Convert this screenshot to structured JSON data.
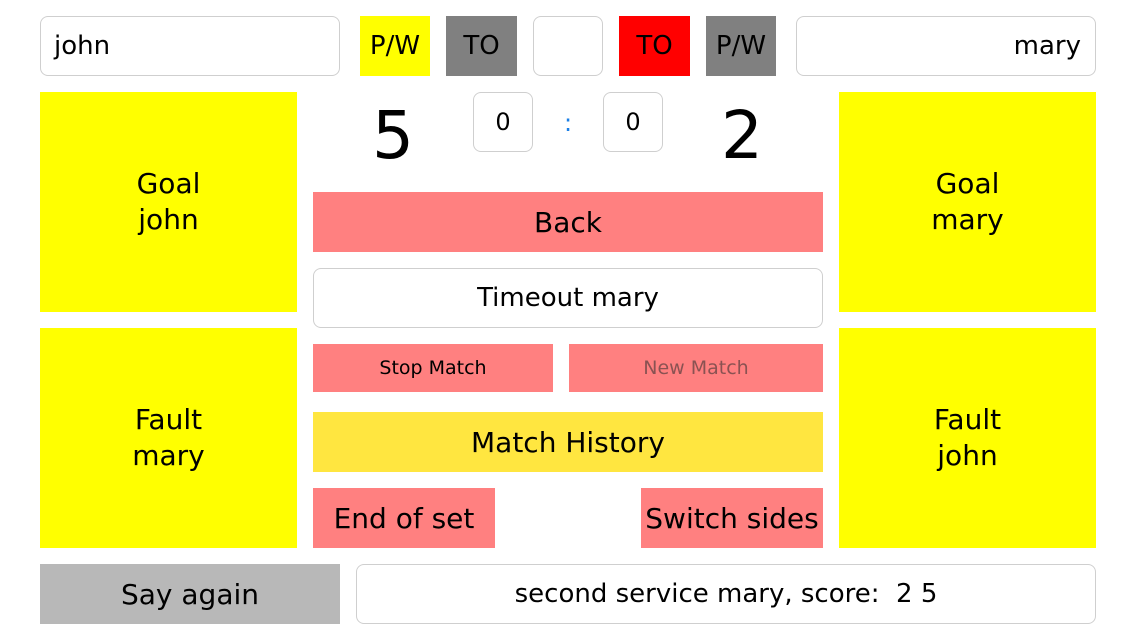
{
  "colors": {
    "yellow": "#ffff00",
    "salmon": "#ff8080",
    "gold": "#ffe640",
    "gray": "#808080",
    "red": "#ff0000",
    "light_gray": "#b8b8b8",
    "blue_accent": "#1a7fe6"
  },
  "top_bar": {
    "left_player_name": "john",
    "right_player_name": "mary",
    "left_pw": "P/W",
    "left_to": "TO",
    "center_empty": "",
    "right_to": "TO",
    "right_pw": "P/W"
  },
  "scoreboard": {
    "left_score": "5",
    "right_score": "2",
    "left_sets": "0",
    "separator": ":",
    "right_sets": "0"
  },
  "left_panel": {
    "goal": "Goal\njohn",
    "fault": "Fault\nmary"
  },
  "right_panel": {
    "goal": "Goal\nmary",
    "fault": "Fault\njohn"
  },
  "center": {
    "back": "Back",
    "timeout": "Timeout mary",
    "stop_match": "Stop Match",
    "new_match": "New Match",
    "match_history": "Match History",
    "end_of_set": "End of set",
    "switch_sides": "Switch sides"
  },
  "bottom_bar": {
    "say_again": "Say again",
    "announcement": "second service mary, score:  2 5"
  }
}
